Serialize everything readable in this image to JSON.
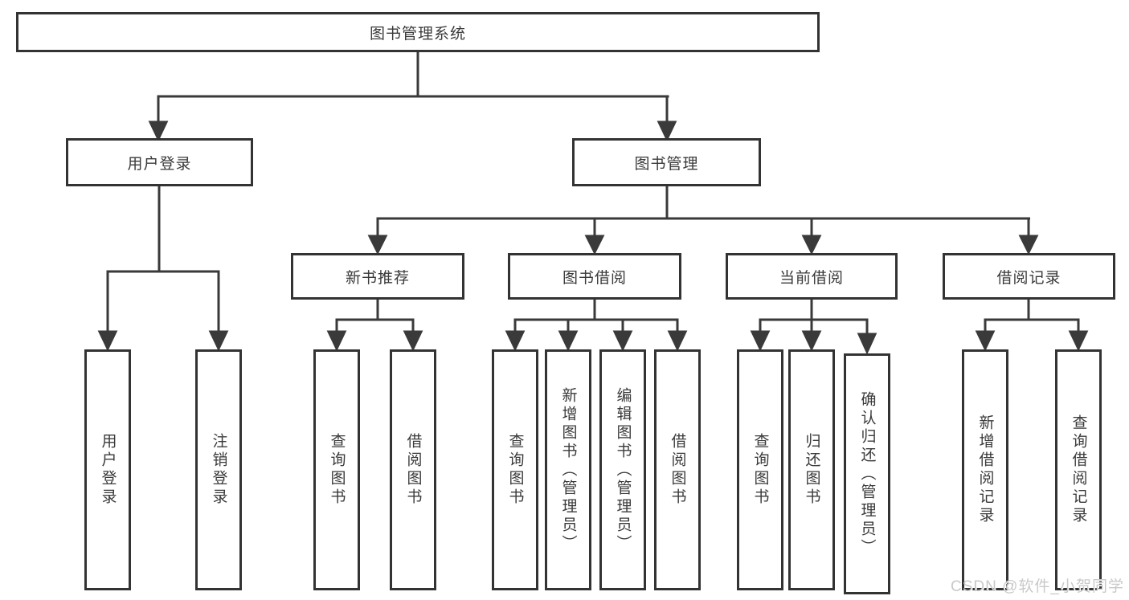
{
  "diagram": {
    "nodes": {
      "root": "图书管理系统",
      "user_login_group": "用户登录",
      "book_mgmt_group": "图书管理",
      "new_book_rec": "新书推荐",
      "book_borrow": "图书借阅",
      "current_borrow": "当前借阅",
      "borrow_records": "借阅记录",
      "leaf_user_login": "用户登录",
      "leaf_logout": "注销登录",
      "leaf_nb_query_book": "查询图书",
      "leaf_nb_borrow_book": "借阅图书",
      "leaf_bb_query_book": "查询图书",
      "leaf_bb_add_book": "新增图书（管理员）",
      "leaf_bb_edit_book": "编辑图书（管理员）",
      "leaf_bb_borrow_book": "借阅图书",
      "leaf_cb_query_book": "查询图书",
      "leaf_cb_return_book": "归还图书",
      "leaf_cb_confirm_return": "确认归还（管理员）",
      "leaf_br_add_record": "新增借阅记录",
      "leaf_br_query_record": "查询借阅记录"
    },
    "colors": {
      "line": "#3a3a3a",
      "box_border": "#333333",
      "text": "#3a3a3a",
      "background": "#ffffff",
      "watermark_text": "#c9c9c9"
    }
  },
  "watermark": "CSDN @软件_小贺同学"
}
